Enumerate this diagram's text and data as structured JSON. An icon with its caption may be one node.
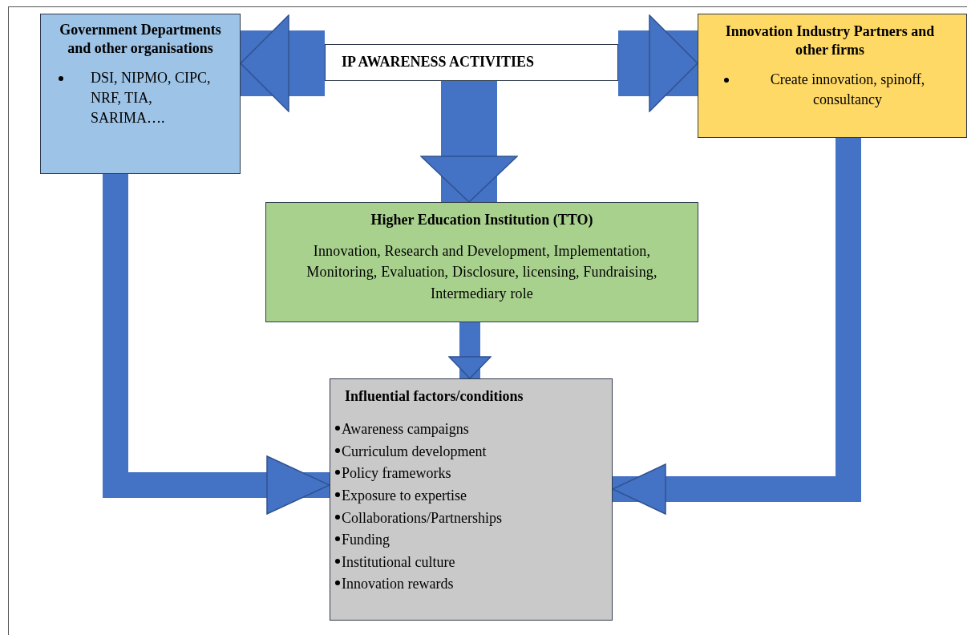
{
  "diagram": {
    "nodes": [
      {
        "text": [
          "Government Departments and other organisations",
          "DSI, NIPMO, CIPC, NRF, TIA, SARIMA…."
        ]
      },
      {
        "text": [
          "IP AWARENESS ACTIVITIES"
        ]
      },
      {
        "text": [
          "Innovation Industry Partners and other firms",
          "Create innovation, spinoff, consultancy"
        ]
      },
      {
        "text": [
          "Higher Education Institution (TTO)",
          "Innovation, Research and Development, Implementation, Monitoring, Evaluation, Disclosure, licensing, Fundraising, Intermediary role"
        ]
      },
      {
        "text": [
          "Influential factors/conditions",
          "Awareness campaigns",
          "Curriculum development",
          "Policy frameworks",
          "Exposure to expertise",
          "Collaborations/Partnerships",
          "Funding",
          "Institutional culture",
          "Innovation rewards"
        ]
      }
    ],
    "edges": [
      {
        "from": 1,
        "to": 0,
        "arrow": "to",
        "style": "thick"
      },
      {
        "from": 1,
        "to": 2,
        "arrow": "to",
        "style": "thick"
      },
      {
        "from": 1,
        "to": 3,
        "arrow": "to",
        "style": "thick"
      },
      {
        "from": 3,
        "to": 4,
        "arrow": "to"
      },
      {
        "from": 0,
        "to": 4,
        "arrow": "to"
      },
      {
        "from": 2,
        "to": 4,
        "arrow": "to"
      }
    ]
  }
}
